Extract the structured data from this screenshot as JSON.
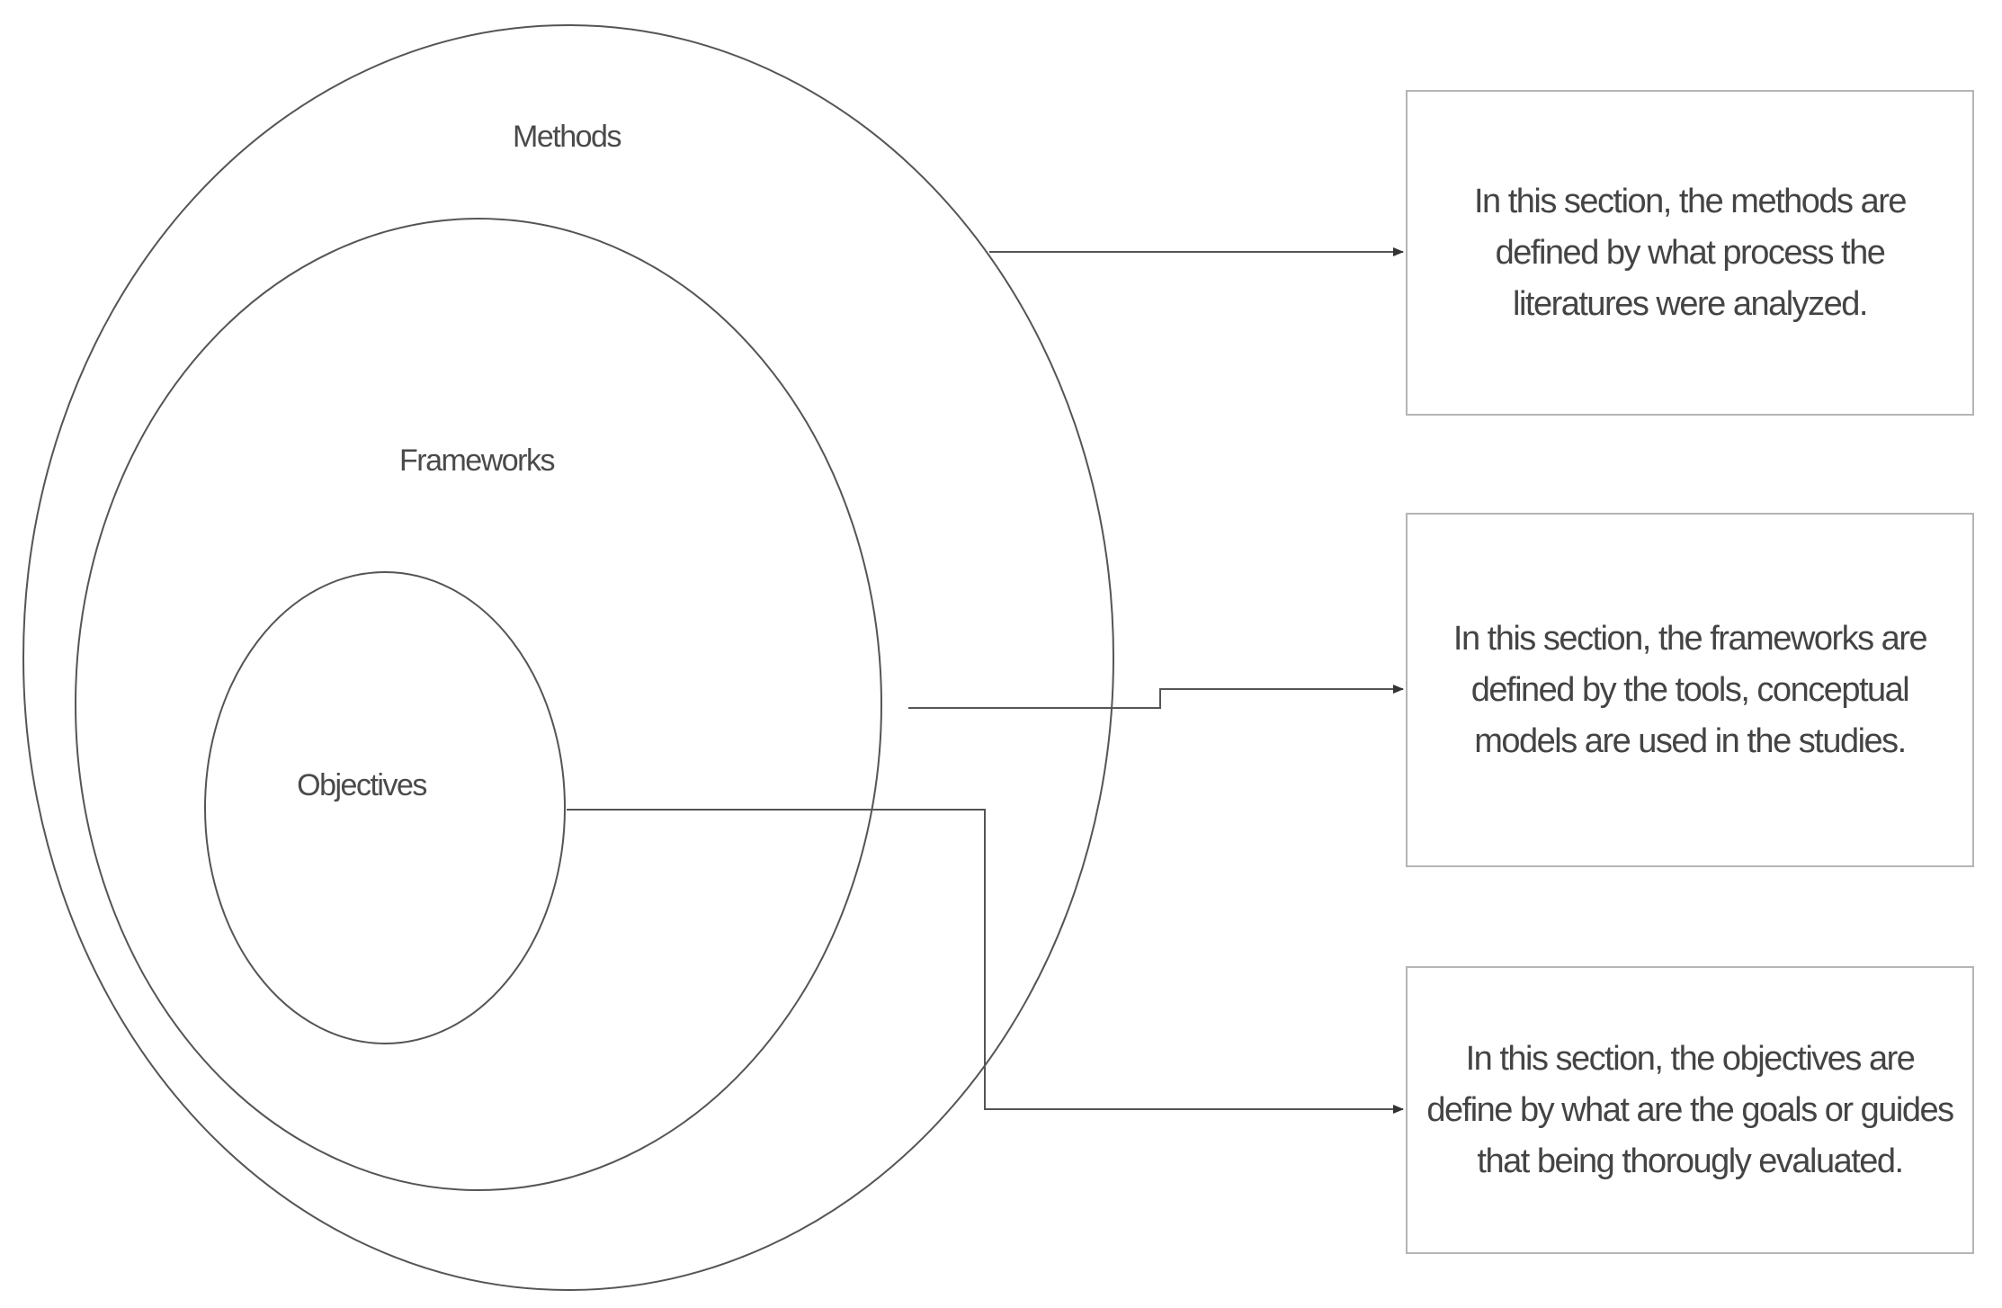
{
  "circles": {
    "outer_label": "Methods",
    "middle_label": "Frameworks",
    "inner_label": "Objectives"
  },
  "boxes": {
    "methods_text": "In this section, the methods are defined by what process the literatures were analyzed.",
    "frameworks_text": "In this section, the frameworks are defined by the tools, conceptual models are used in the studies.",
    "objectives_text": "In this section, the objectives are define by what are the goals or guides that being thorougly evaluated."
  },
  "colors": {
    "stroke": "#555555",
    "box_border": "#b5b5b5",
    "text": "#444444"
  }
}
